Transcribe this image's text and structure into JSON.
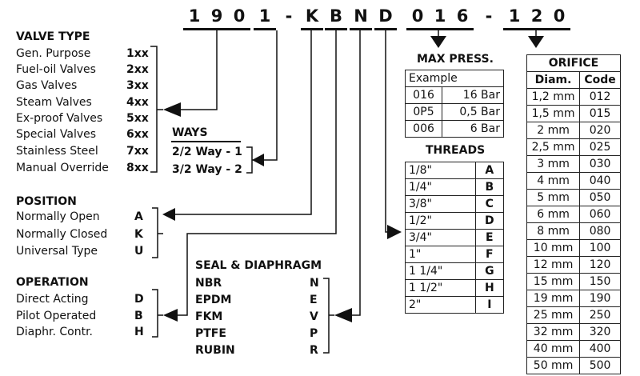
{
  "code": {
    "chars": [
      "1",
      "9",
      "0",
      "1",
      "-",
      "K",
      "B",
      "N",
      "D",
      "0",
      "1",
      "6",
      "-",
      "1",
      "2",
      "0"
    ]
  },
  "valve_type": {
    "title": "VALVE TYPE",
    "items": [
      {
        "label": "Gen. Purpose",
        "code": "1xx"
      },
      {
        "label": "Fuel-oil Valves",
        "code": "2xx"
      },
      {
        "label": "Gas Valves",
        "code": "3xx"
      },
      {
        "label": "Steam Valves",
        "code": "4xx"
      },
      {
        "label": "Ex-proof Valves",
        "code": "5xx"
      },
      {
        "label": "Special Valves",
        "code": "6xx"
      },
      {
        "label": "Stainless Steel",
        "code": "7xx"
      },
      {
        "label": "Manual Override",
        "code": "8xx"
      }
    ]
  },
  "ways": {
    "title": "WAYS",
    "items": [
      "2/2 Way - 1",
      "3/2 Way - 2"
    ]
  },
  "position": {
    "title": "POSITION",
    "items": [
      {
        "label": "Normally Open",
        "code": "A"
      },
      {
        "label": "Normally Closed",
        "code": "K"
      },
      {
        "label": "Universal Type",
        "code": "U"
      }
    ]
  },
  "operation": {
    "title": "OPERATION",
    "items": [
      {
        "label": "Direct Acting",
        "code": "D"
      },
      {
        "label": "Pilot Operated",
        "code": "B"
      },
      {
        "label": "Diaphr. Contr.",
        "code": "H"
      }
    ]
  },
  "seal": {
    "title": "SEAL & DIAPHRAGM",
    "items": [
      {
        "label": "NBR",
        "code": "N"
      },
      {
        "label": "EPDM",
        "code": "E"
      },
      {
        "label": "FKM",
        "code": "V"
      },
      {
        "label": "PTFE",
        "code": "P"
      },
      {
        "label": "RUBIN",
        "code": "R"
      }
    ]
  },
  "max_press": {
    "title": "MAX PRESS.",
    "example_label": "Example",
    "rows": [
      {
        "code": "016",
        "value": "16 Bar"
      },
      {
        "code": "0P5",
        "value": "0,5 Bar"
      },
      {
        "code": "006",
        "value": "6 Bar"
      }
    ]
  },
  "threads": {
    "title": "THREADS",
    "rows": [
      {
        "size": "1/8\"",
        "code": "A"
      },
      {
        "size": "1/4\"",
        "code": "B"
      },
      {
        "size": "3/8\"",
        "code": "C"
      },
      {
        "size": "1/2\"",
        "code": "D"
      },
      {
        "size": "3/4\"",
        "code": "E"
      },
      {
        "size": "1\"",
        "code": "F"
      },
      {
        "size": "1 1/4\"",
        "code": "G"
      },
      {
        "size": "1 1/2\"",
        "code": "H"
      },
      {
        "size": "2\"",
        "code": "I"
      }
    ]
  },
  "orifice": {
    "title": "ORIFICE",
    "col_diam": "Diam.",
    "col_code": "Code",
    "rows": [
      {
        "diam": "1,2 mm",
        "code": "012"
      },
      {
        "diam": "1,5 mm",
        "code": "015"
      },
      {
        "diam": "2 mm",
        "code": "020"
      },
      {
        "diam": "2,5 mm",
        "code": "025"
      },
      {
        "diam": "3 mm",
        "code": "030"
      },
      {
        "diam": "4 mm",
        "code": "040"
      },
      {
        "diam": "5 mm",
        "code": "050"
      },
      {
        "diam": "6 mm",
        "code": "060"
      },
      {
        "diam": "8 mm",
        "code": "080"
      },
      {
        "diam": "10 mm",
        "code": "100"
      },
      {
        "diam": "12 mm",
        "code": "120"
      },
      {
        "diam": "15 mm",
        "code": "150"
      },
      {
        "diam": "19 mm",
        "code": "190"
      },
      {
        "diam": "25 mm",
        "code": "250"
      },
      {
        "diam": "32 mm",
        "code": "320"
      },
      {
        "diam": "40 mm",
        "code": "400"
      },
      {
        "diam": "50 mm",
        "code": "500"
      }
    ]
  }
}
